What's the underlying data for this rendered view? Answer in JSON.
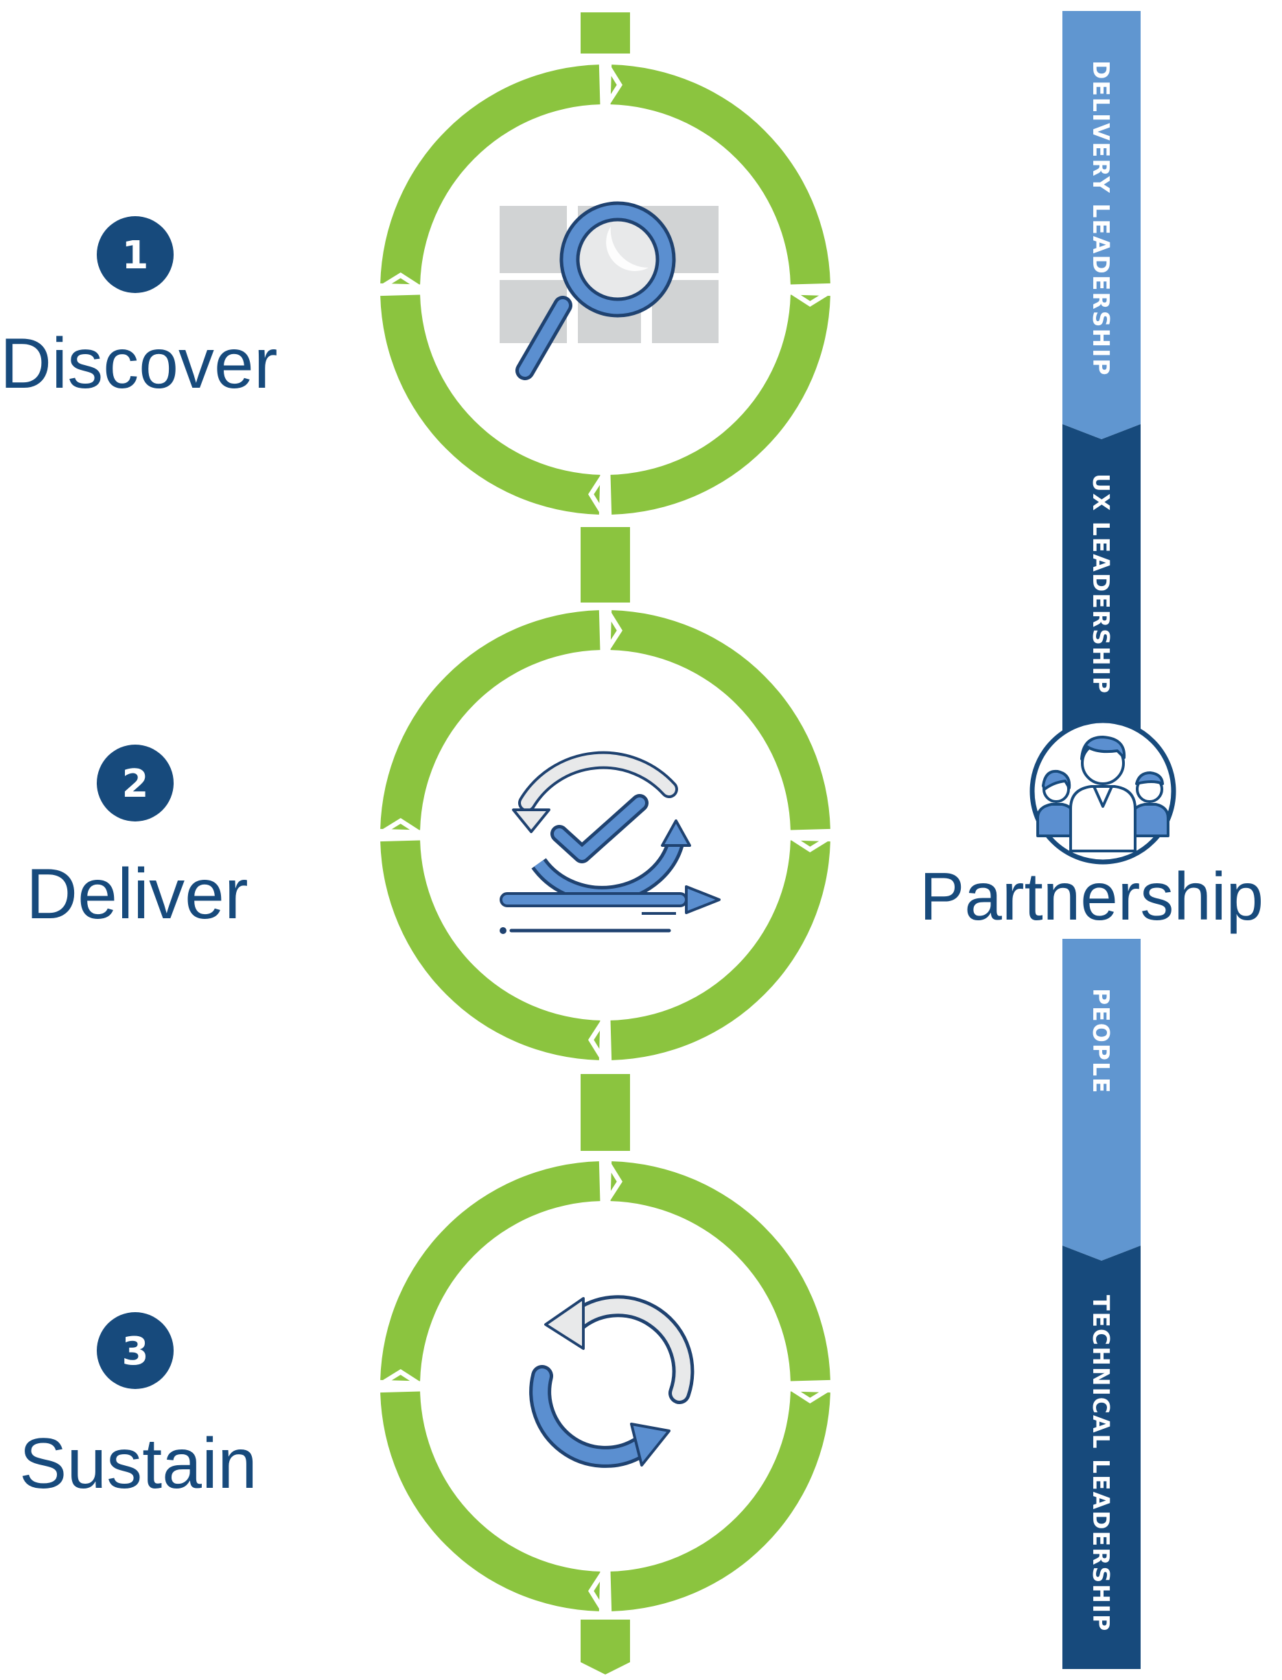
{
  "colors": {
    "green": "#8bc43f",
    "navy": "#174a7c",
    "light_blue": "#6096d0",
    "icon_blue": "#5b8fd0",
    "icon_gray": "#d1d3d4",
    "outline": "#1f4270"
  },
  "steps": [
    {
      "number": "1",
      "label": "Discover",
      "icon": "magnifier-search-icon"
    },
    {
      "number": "2",
      "label": "Deliver",
      "icon": "agile-sprint-cycle-icon"
    },
    {
      "number": "3",
      "label": "Sustain",
      "icon": "refresh-cycle-icon"
    }
  ],
  "bands": [
    {
      "label": "DELIVERY LEADERSHIP",
      "color": "#6096d0"
    },
    {
      "label": "UX LEADERSHIP",
      "color": "#174a7c"
    },
    {
      "label": "PEOPLE",
      "color": "#6096d0"
    },
    {
      "label": "TECHNICAL LEADERSHIP",
      "color": "#174a7c"
    }
  ],
  "partnership": {
    "label": "Partnership",
    "icon": "team-people-icon"
  }
}
